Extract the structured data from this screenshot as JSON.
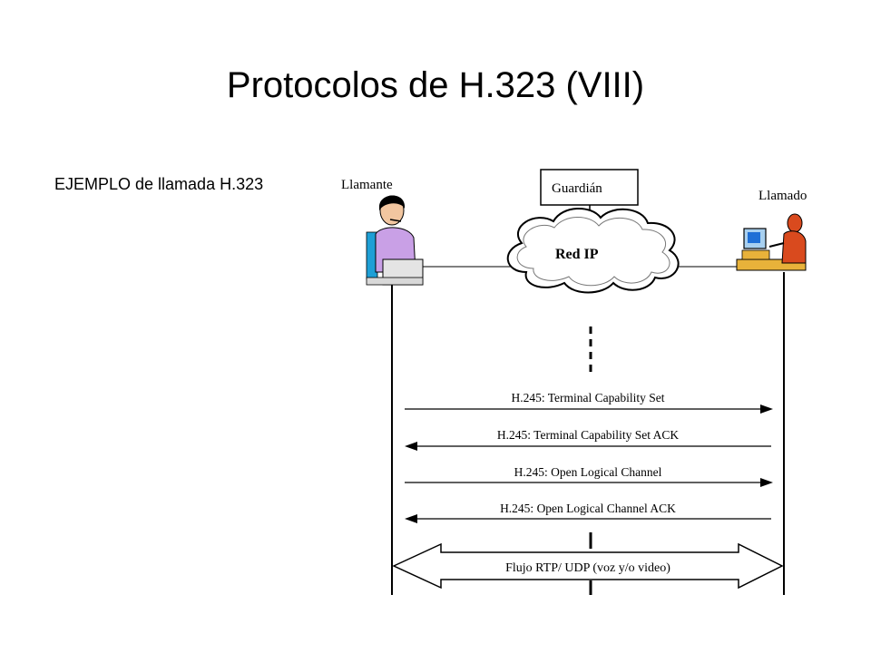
{
  "slide": {
    "title": "Protocolos de H.323 (VIII)",
    "subtitle": "EJEMPLO de llamada H.323"
  },
  "diagram": {
    "caller_label": "Llamante",
    "callee_label": "Llamado",
    "gatekeeper_label": "Guardián",
    "network_label": "Red IP",
    "messages": [
      {
        "label": "H.245: Terminal Capability Set",
        "direction": "right"
      },
      {
        "label": "H.245: Terminal Capability Set ACK",
        "direction": "left"
      },
      {
        "label": "H.245: Open Logical Channel",
        "direction": "right"
      },
      {
        "label": "H.245: Open Logical Channel ACK",
        "direction": "left"
      }
    ],
    "media_flow_label": "Flujo RTP/ UDP (voz y/o video)"
  },
  "colors": {
    "line": "#000000",
    "cloud_fill": "#ffffff",
    "caller_shirt": "#c9a0e6",
    "caller_chair": "#1e9fd6",
    "callee_shirt": "#d94a1e",
    "desk": "#e8b23a"
  }
}
